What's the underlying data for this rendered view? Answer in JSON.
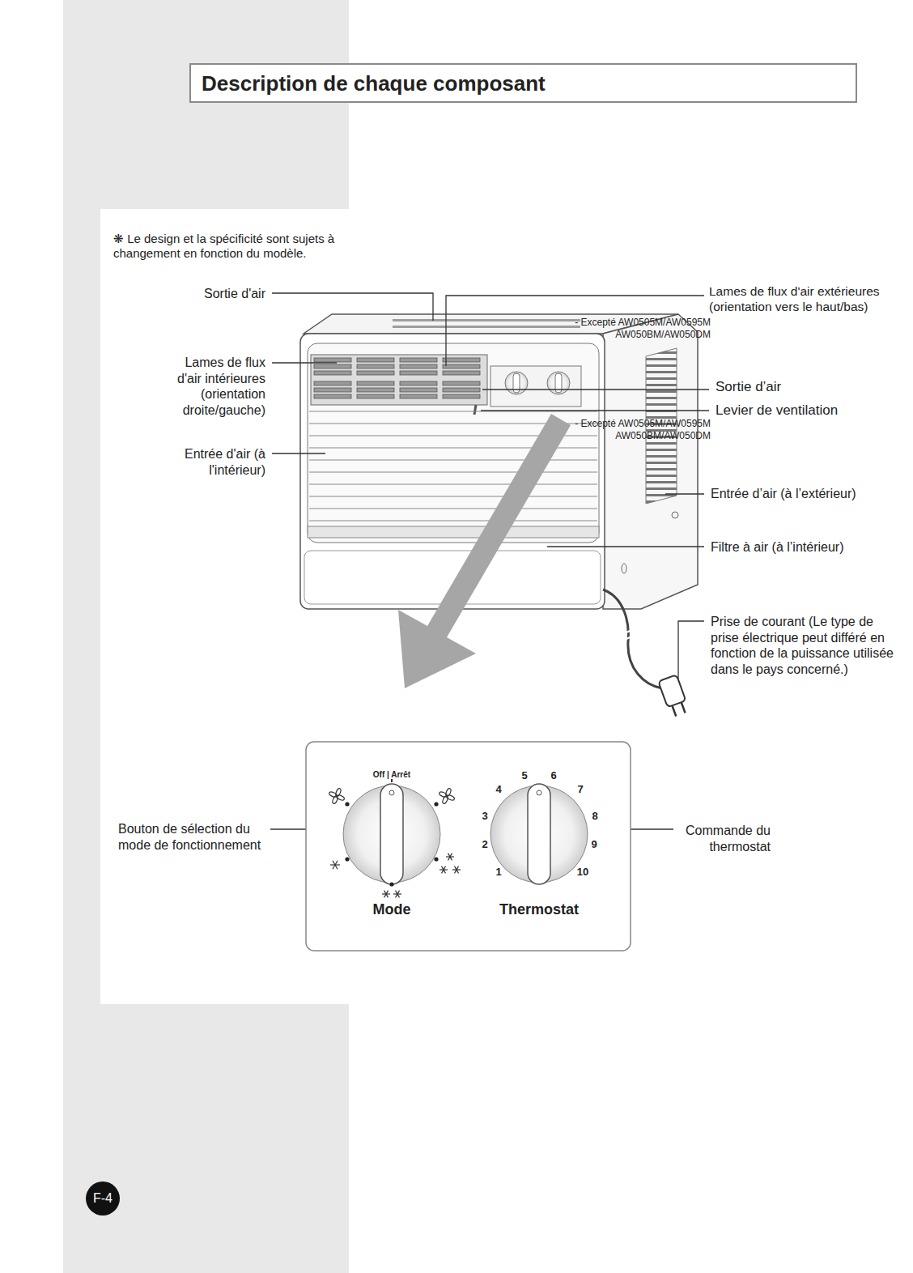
{
  "diagram": {
    "title": "Description de chaque composant",
    "labels": [
      "❋ Le design et la spécificité sont sujets à changement en fonction du modèle.",
      "Sortie d'air",
      "Lames de flux d'air intérieures (orientation droite/gauche)",
      "Entrée d'air (à l'intérieur)",
      "Lames de flux d'air extérieures (orientation vers le haut/bas)",
      "- Excepté AW0505M/AW0595M AW050BM/AW050DM",
      "Sortie d’air",
      "Levier de ventilation",
      "- Excepté AW0505M/AW0595M AW050BM/AW050DM",
      "Entrée d’air (à l’extérieur)",
      "Filtre à air (à l’intérieur)",
      "Prise de courant (Le type de prise électrique peut différé en fonction de la puissance utilisée dans le pays concerné.)",
      "Bouton de sélection du mode de fonctionnement",
      "Commande du thermostat",
      "Off | Arrêt",
      "Mode",
      "Thermostat",
      "1",
      "2",
      "3",
      "4",
      "5",
      "6",
      "7",
      "8",
      "9",
      "10",
      "F-4"
    ]
  }
}
